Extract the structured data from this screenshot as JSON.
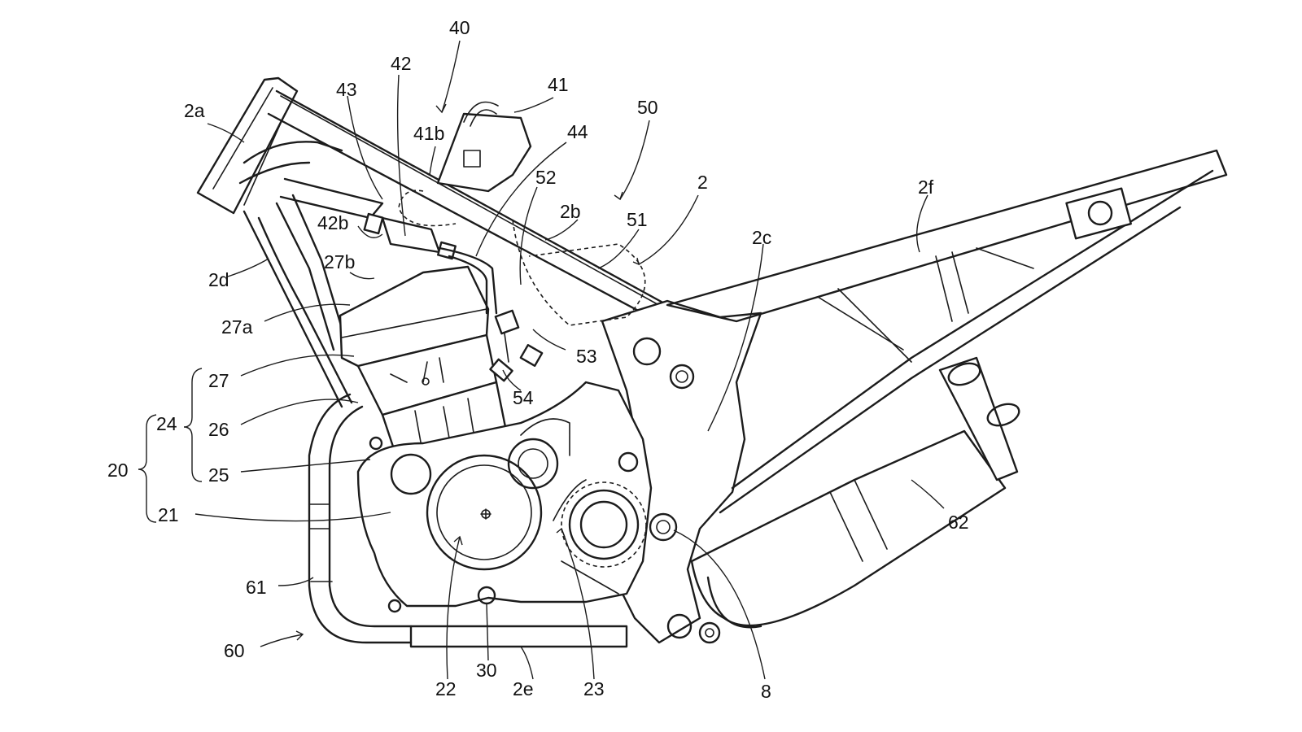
{
  "labels": {
    "n40": "40",
    "n42": "42",
    "n41": "41",
    "n43": "43",
    "n41b": "41b",
    "n44": "44",
    "n50": "50",
    "n2a": "2a",
    "n52": "52",
    "n2": "2",
    "n2b": "2b",
    "n51": "51",
    "n2f": "2f",
    "n42b": "42b",
    "n2c": "2c",
    "n27b": "27b",
    "n2d": "2d",
    "n27a": "27a",
    "n53": "53",
    "n27": "27",
    "n54": "54",
    "n24": "24",
    "n26": "26",
    "n20": "20",
    "n25": "25",
    "n21": "21",
    "n62": "62",
    "n61": "61",
    "n60": "60",
    "n22": "22",
    "n30": "30",
    "n2e": "2e",
    "n23": "23",
    "n8": "8"
  }
}
